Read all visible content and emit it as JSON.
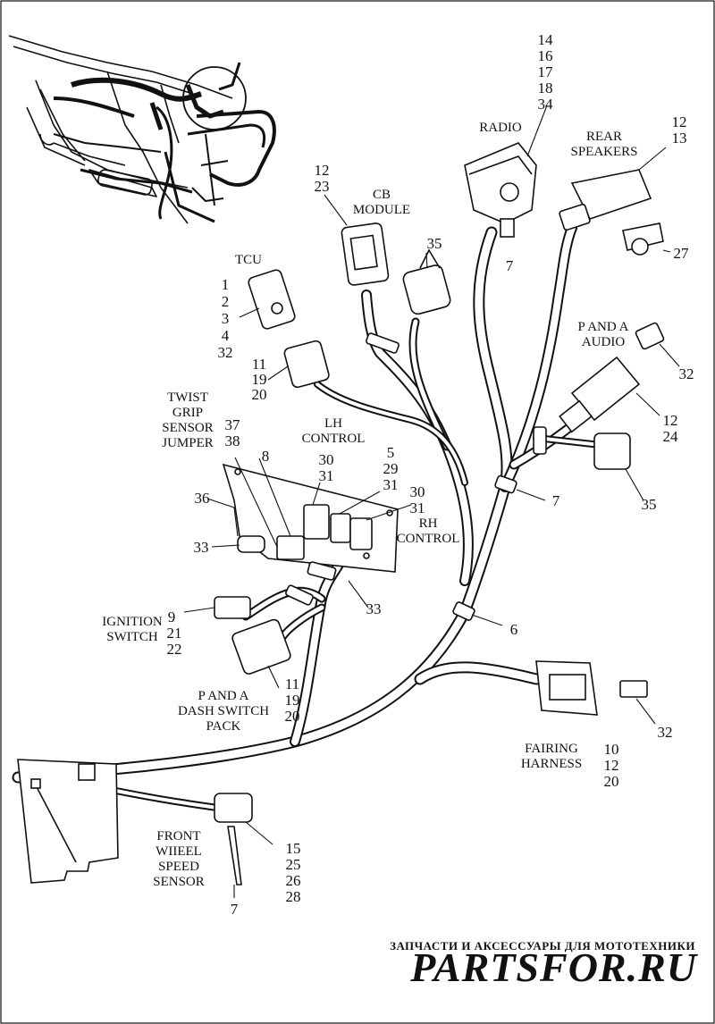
{
  "callouts": [
    {
      "id": "radio",
      "lines": [
        "14",
        "16",
        "17",
        "18",
        "34"
      ],
      "name": "RADIO"
    },
    {
      "id": "rear-speakers",
      "lines": [
        "12",
        "13"
      ],
      "name": "REAR SPEAKERS"
    },
    {
      "id": "cb-module",
      "lines": [
        "12",
        "23"
      ],
      "name": "CB MODULE"
    },
    {
      "id": "tcu",
      "name": "TCU",
      "lines": [
        "1",
        "2",
        "3",
        "4",
        "32"
      ]
    },
    {
      "id": "tcu-connector",
      "lines": [
        "11",
        "19",
        "20"
      ]
    },
    {
      "id": "twist-grip",
      "name": "TWIST GRIP SENSOR JUMPER",
      "lines": [
        "37",
        "38"
      ]
    },
    {
      "id": "lh-control",
      "name": "LH CONTROL",
      "lines": [
        "30",
        "31"
      ]
    },
    {
      "id": "rh-control",
      "name": "RH CONTROL",
      "lines": [
        "30",
        "31"
      ]
    },
    {
      "id": "center-connector",
      "lines": [
        "5",
        "29",
        "31"
      ]
    },
    {
      "id": "ignition-switch",
      "name": "IGNITION SWITCH",
      "lines": [
        "9",
        "21",
        "22"
      ]
    },
    {
      "id": "dash-switch",
      "name": "P AND A DASH SWITCH PACK",
      "lines": [
        "11",
        "19",
        "20"
      ]
    },
    {
      "id": "pa-audio",
      "name": "P AND A AUDIO",
      "lines": [
        "32"
      ]
    },
    {
      "id": "right-connector",
      "lines": [
        "12",
        "24"
      ]
    },
    {
      "id": "fairing-harness",
      "name": "FAIRING HARNESS",
      "lines": [
        "10",
        "12",
        "20"
      ]
    },
    {
      "id": "front-wheel-sensor",
      "name": "FRONT WIIEEL SPEED SENSOR",
      "lines": [
        "15",
        "25",
        "26",
        "28"
      ]
    }
  ],
  "single_numbers": {
    "n7_radio": "7",
    "n27": "27",
    "n35_cb": "35",
    "n8": "8",
    "n36": "36",
    "n33_left": "33",
    "n33_right": "33",
    "n7_right": "7",
    "n35_right": "35",
    "n6": "6",
    "n32_fairing": "32",
    "n7_bottom": "7"
  },
  "watermark": {
    "tagline": "ЗАПЧАСТИ И АКСЕССУАРЫ ДЛЯ МОТОТЕХНИКИ",
    "brand": "PARTSFOR.RU"
  },
  "colors": {
    "line": "#111111",
    "background": "#ffffff",
    "watermark": "#f2c8cc"
  }
}
